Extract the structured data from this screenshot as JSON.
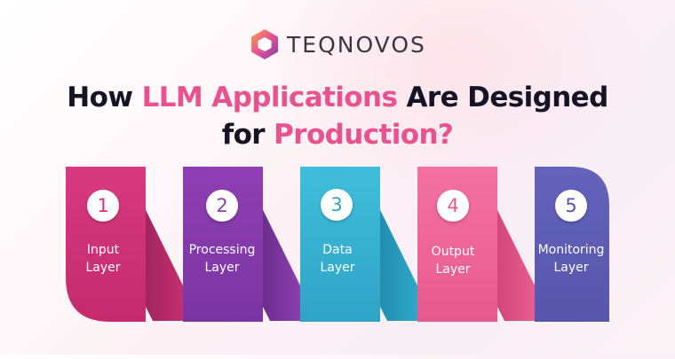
{
  "logo": {
    "name": "TEQNOVOS",
    "icon": "hexagon-logo-icon"
  },
  "title": {
    "line1_pre": "How ",
    "line1_highlight": "LLM Applications",
    "line1_post": " Are Designed",
    "line2_pre": "for ",
    "line2_highlight": "Production?"
  },
  "colors": {
    "highlight": "#e8528f",
    "layer1": "#d4357a",
    "layer2": "#8a3fae",
    "layer3": "#3ab3d2",
    "layer4": "#f0679a",
    "layer5": "#5f5cb6"
  },
  "layers": [
    {
      "number": "1",
      "line1": "Input",
      "line2": "Layer"
    },
    {
      "number": "2",
      "line1": "Processing",
      "line2": "Layer"
    },
    {
      "number": "3",
      "line1": "Data",
      "line2": "Layer"
    },
    {
      "number": "4",
      "line1": "Output",
      "line2": "Layer"
    },
    {
      "number": "5",
      "line1": "Monitoring",
      "line2": "Layer"
    }
  ]
}
